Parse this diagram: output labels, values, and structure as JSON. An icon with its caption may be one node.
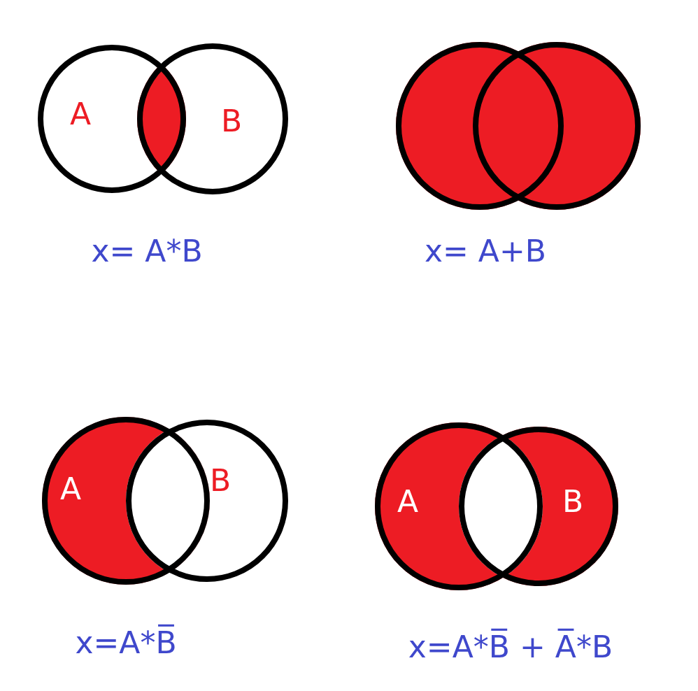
{
  "diagram": {
    "nodes": [
      {
        "text": [
          "A"
        ]
      },
      {
        "text": [
          "B"
        ]
      },
      {
        "text": [],
        "shape": "circle"
      },
      {
        "text": [],
        "shape": "circle"
      },
      {
        "text": [
          "A"
        ]
      },
      {
        "text": [
          "B"
        ]
      },
      {
        "text": [
          "A"
        ]
      },
      {
        "text": [
          "B"
        ]
      }
    ],
    "labels": [
      "x= A*B",
      "x= A+B",
      "x=A*B̅",
      "x=A*B̅ + A̅*B"
    ]
  }
}
